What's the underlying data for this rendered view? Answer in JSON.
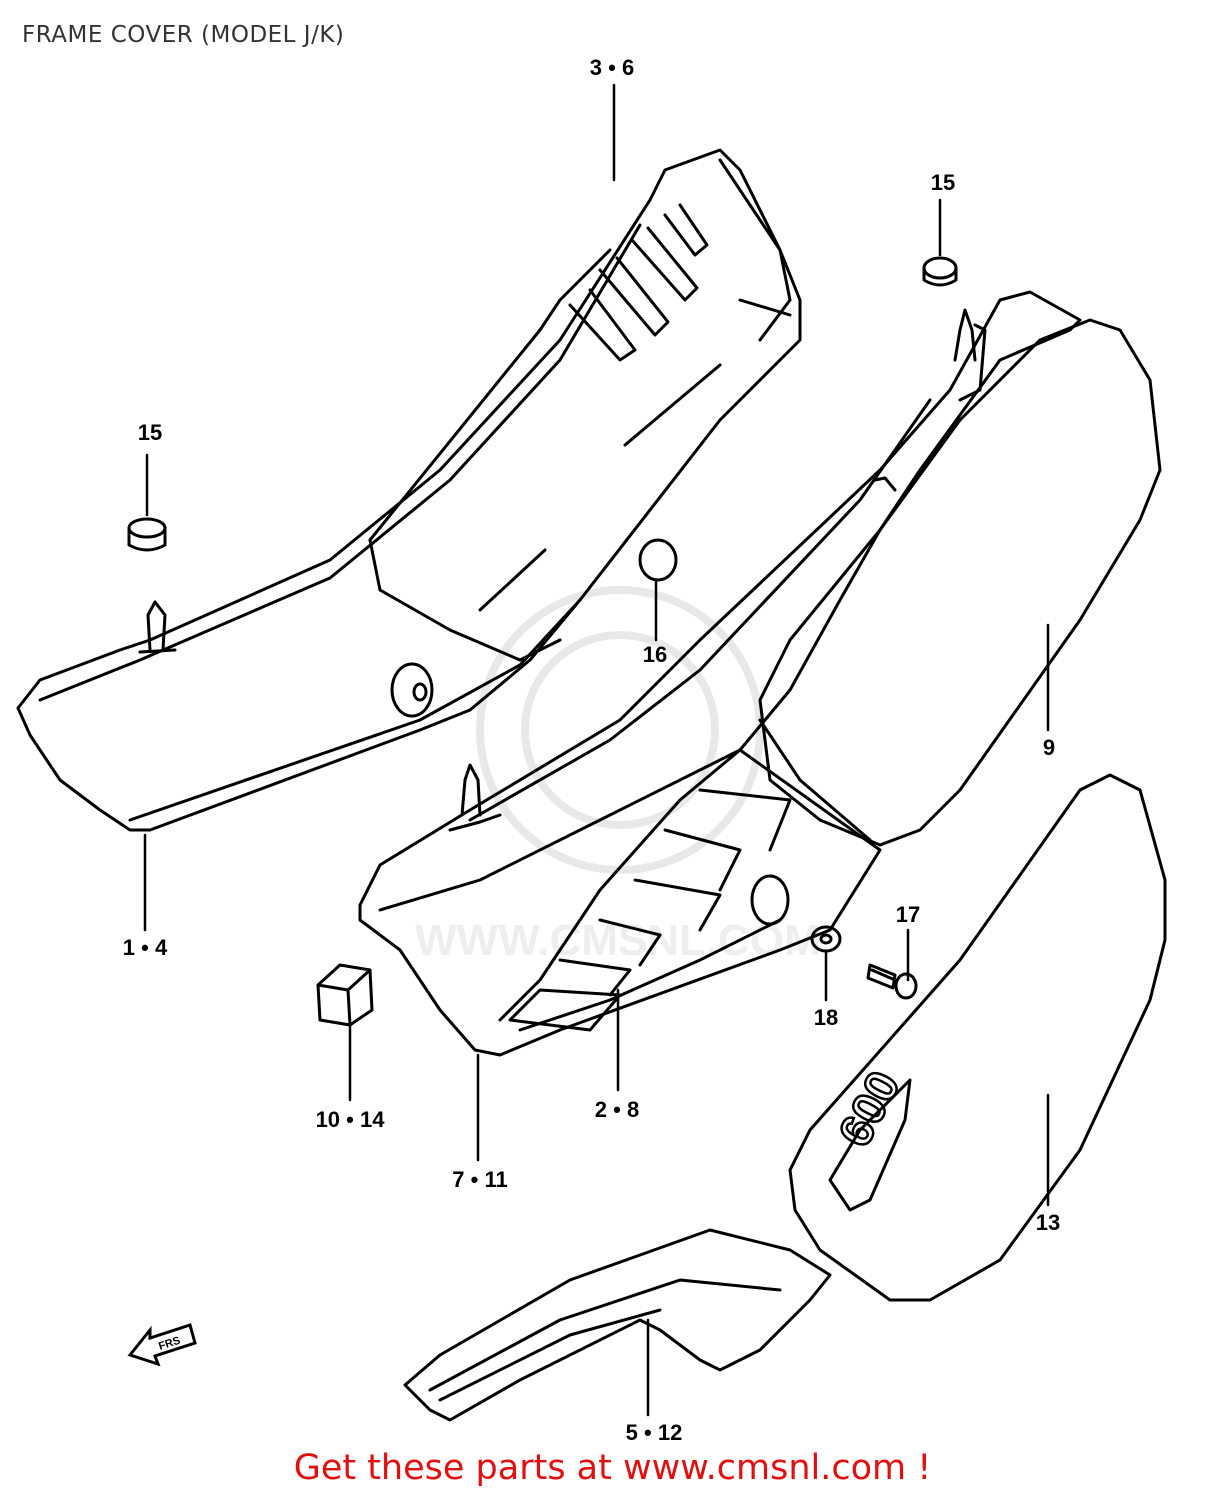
{
  "title": "FRAME COVER (MODEL J/K)",
  "footer": "Get these parts at www.cmsnl.com !",
  "callouts": {
    "c1": "3 • 6",
    "c2": "15",
    "c3": "15",
    "c4": "16",
    "c5": "9",
    "c6": "1 • 4",
    "c7": "17",
    "c8": "18",
    "c9": "10 • 14",
    "c10": "2 • 8",
    "c11": "7 • 11",
    "c12": "13",
    "c13": "5 • 12"
  },
  "badge_text": "600",
  "arrow_text": "FRS",
  "watermark_text": "WWW.CMSNL.COM",
  "colors": {
    "line": "#000000",
    "footer": "#e01010",
    "watermark": "#e8e8e8"
  }
}
